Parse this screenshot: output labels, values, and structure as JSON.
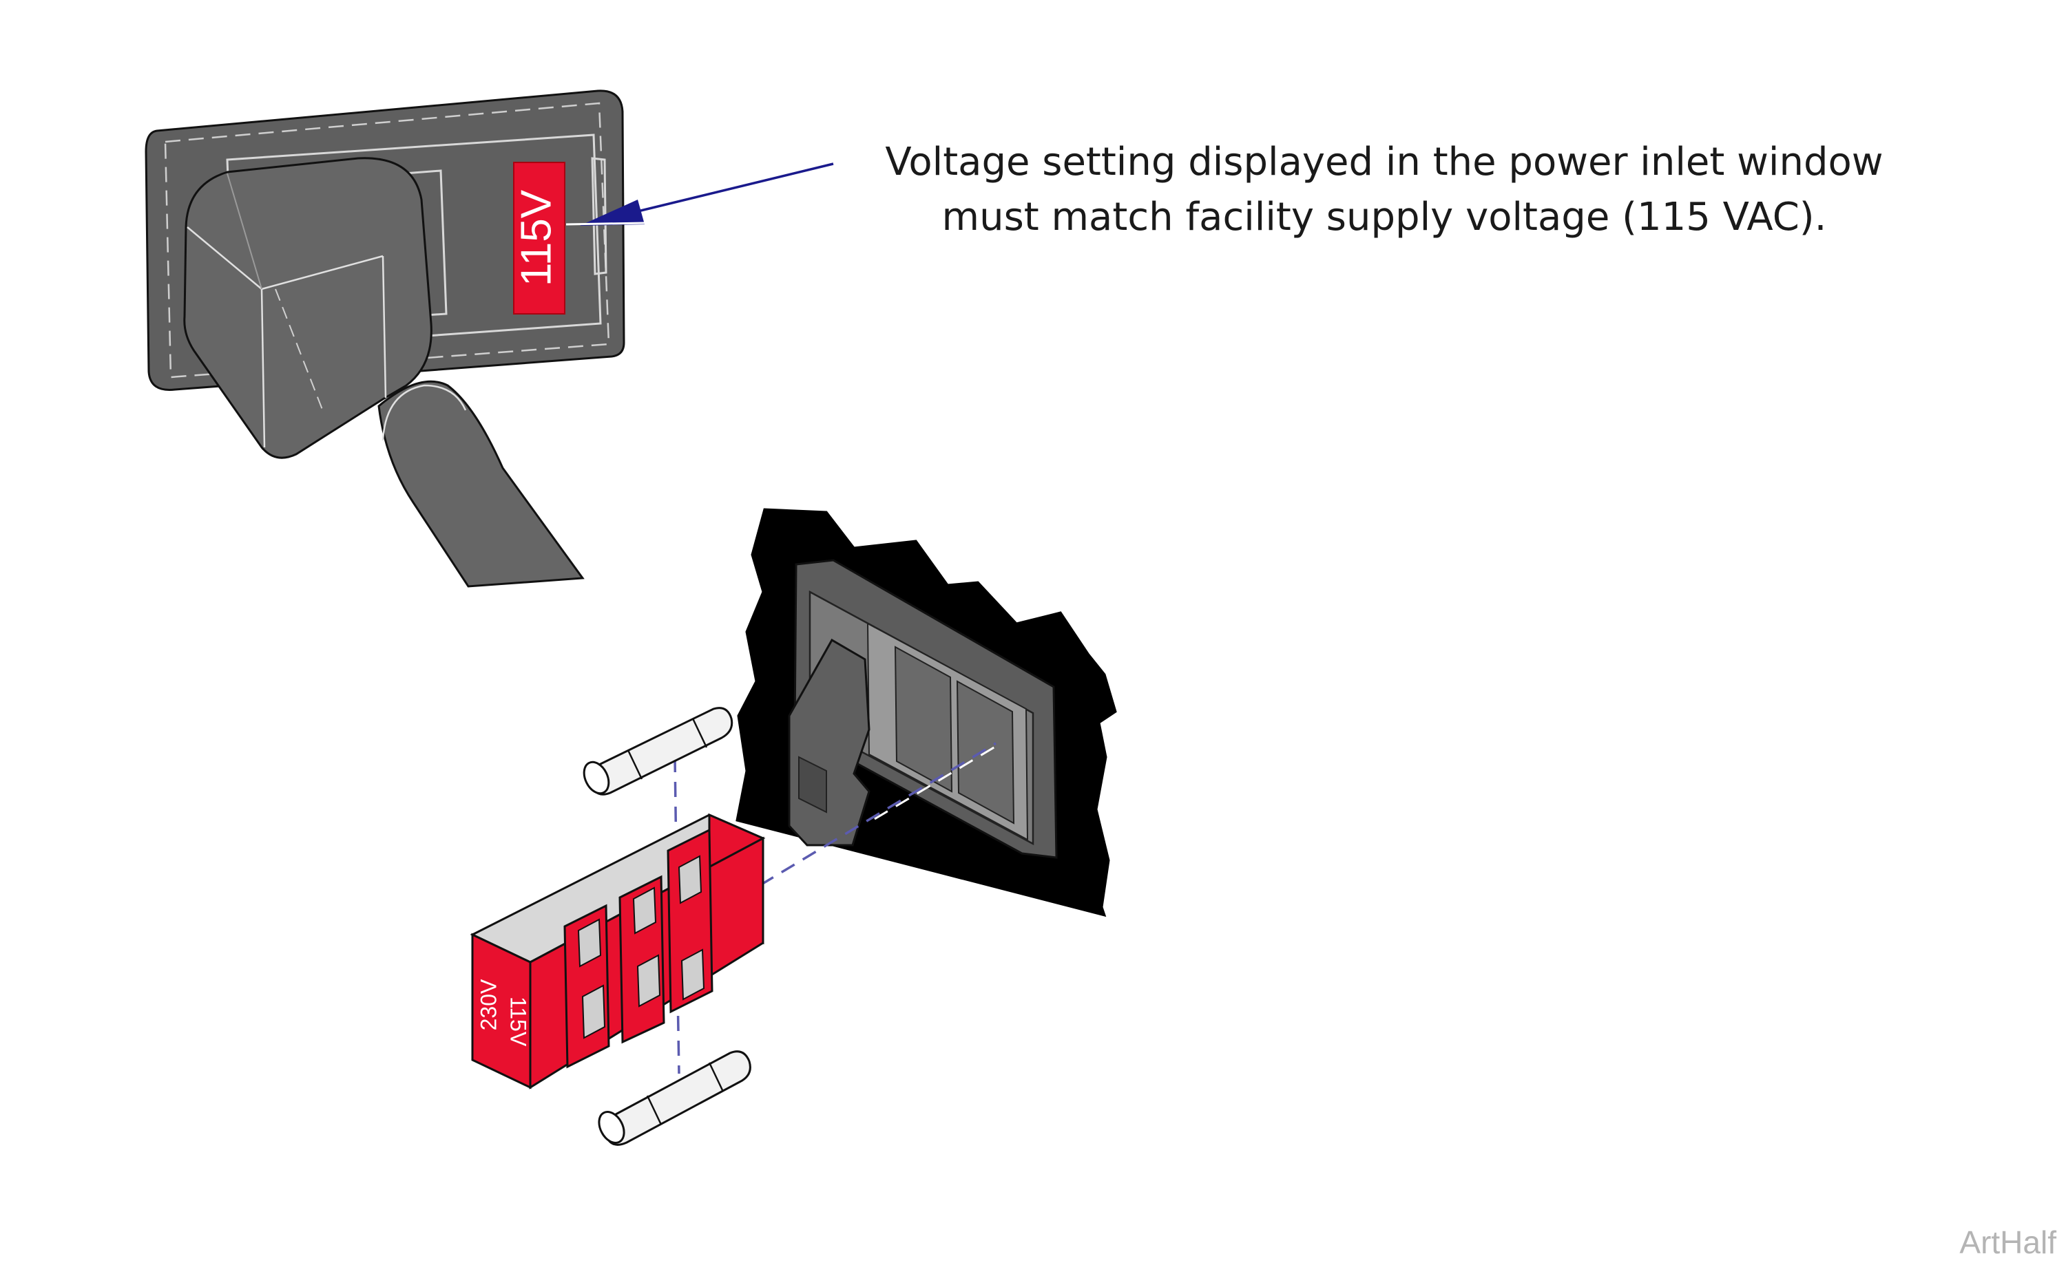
{
  "callout": {
    "line1": "Voltage setting displayed in the power inlet window",
    "line2": "must match facility supply voltage (115 VAC)."
  },
  "inlet_window_label": "115V",
  "fuse_holder_labels": {
    "upper": "230V",
    "lower": "115V"
  },
  "art_tag": "ArtHalf",
  "colors": {
    "accent_red": "#e8102e",
    "plug_gray": "#666666",
    "panel_gray": "#5f5f5f",
    "arrow_navy": "#1a1a8c",
    "leader_dash": "#5b5bb0"
  },
  "icons": [
    "power-plug-icon",
    "power-inlet-icon",
    "fuse-icon",
    "fuse-holder-icon"
  ]
}
